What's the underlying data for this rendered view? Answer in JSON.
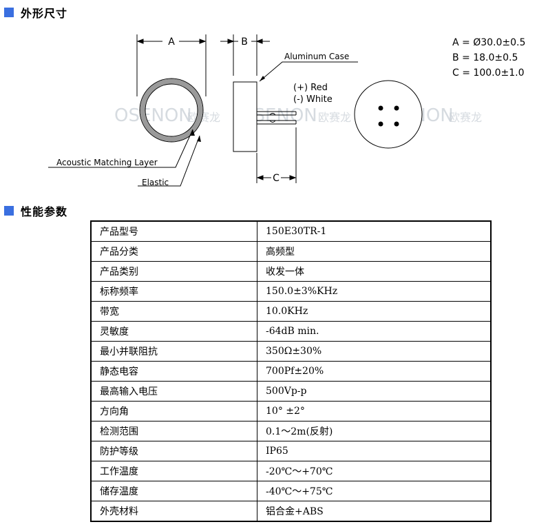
{
  "colors": {
    "accent": "#3a6fe0",
    "watermark": "#c9cfd6",
    "ring": "#9a9a9a"
  },
  "sections": {
    "dimensions_title": "外形尺寸",
    "performance_title": "性能参数"
  },
  "diagram": {
    "label_a": "A",
    "label_b": "B",
    "label_c": "C",
    "aluminum_case": "Aluminum Case",
    "wire_red": "(+) Red",
    "wire_white": "(-) White",
    "acoustic_layer": "Acoustic Matching Layer",
    "elastic": "Elastic",
    "watermark_text": "OSENON",
    "watermark_cn": "欧赛龙",
    "spec_a": "A = Ø30.0±0.5",
    "spec_b": "B = 18.0±0.5",
    "spec_c": "C = 100.0±1.0"
  },
  "specs": [
    {
      "key": "产品型号",
      "value": "150E30TR-1"
    },
    {
      "key": "产品分类",
      "value": "高频型"
    },
    {
      "key": "产品类别",
      "value": "收发一体"
    },
    {
      "key": "标称频率",
      "value": "150.0±3%KHz"
    },
    {
      "key": "带宽",
      "value": "10.0KHz"
    },
    {
      "key": "灵敏度",
      "value": "-64dB min."
    },
    {
      "key": "最小并联阻抗",
      "value": "350Ω±30%"
    },
    {
      "key": "静态电容",
      "value": "700Pf±20%"
    },
    {
      "key": "最高输入电压",
      "value": "500Vp-p"
    },
    {
      "key": "方向角",
      "value": "10° ±2°"
    },
    {
      "key": "检测范围",
      "value": "0.1～2m(反射)"
    },
    {
      "key": "防护等级",
      "value": "IP65"
    },
    {
      "key": "工作温度",
      "value": "-20℃～+70℃"
    },
    {
      "key": "储存温度",
      "value": "-40℃～+75℃"
    },
    {
      "key": "外壳材料",
      "value": "铝合金+ABS"
    }
  ]
}
